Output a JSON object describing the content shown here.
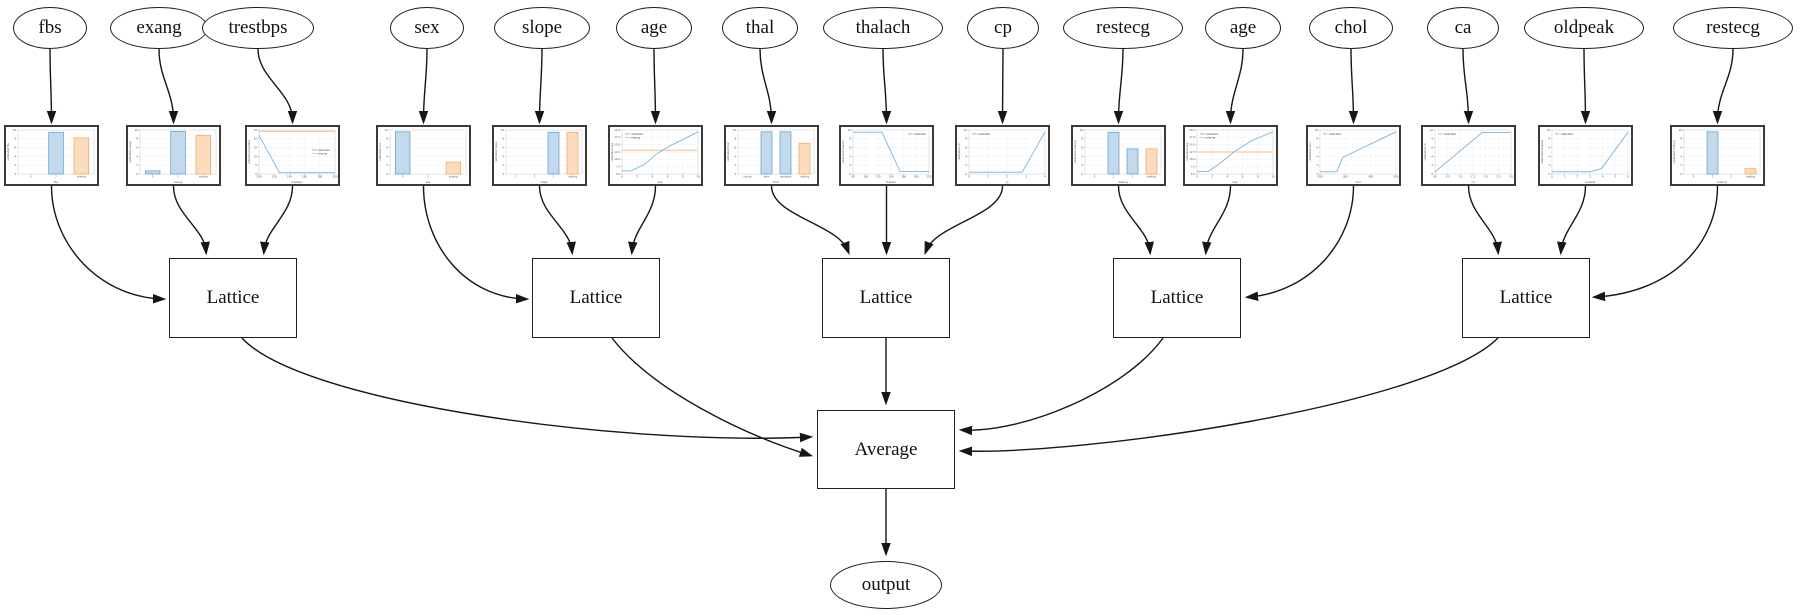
{
  "diagram": {
    "features": [
      {
        "label": "fbs"
      },
      {
        "label": "exang"
      },
      {
        "label": "trestbps"
      },
      {
        "label": "sex"
      },
      {
        "label": "slope"
      },
      {
        "label": "age"
      },
      {
        "label": "thal"
      },
      {
        "label": "thalach"
      },
      {
        "label": "cp"
      },
      {
        "label": "restecg"
      },
      {
        "label": "age"
      },
      {
        "label": "chol"
      },
      {
        "label": "ca"
      },
      {
        "label": "oldpeak"
      },
      {
        "label": "restecg"
      }
    ],
    "lattice_label": "Lattice",
    "lattice_count": 5,
    "average_label": "Average",
    "output_label": "output"
  },
  "colors": {
    "blue_line": "#7ab4dc",
    "blue_fill": "#c3d9ec",
    "blue_edge": "#5a9bd0",
    "orange_line": "#ffbe85",
    "orange_fill": "#fcdcbc",
    "orange_edge": "#f0a35c",
    "edge_color": "#161616"
  },
  "chart_data": [
    {
      "feature": "fbs",
      "type": "bar",
      "xlabel": "fbs",
      "ylabel": "calibrated fbs",
      "categories": [
        "0",
        "1",
        "missing"
      ],
      "values": [
        0,
        0.95,
        0.82
      ],
      "bar_colors": [
        "blue",
        "blue",
        "orange"
      ],
      "yticks": [
        "0",
        "2",
        "4",
        "6",
        "8",
        "10"
      ],
      "legend": [],
      "legend_pos": ""
    },
    {
      "feature": "exang",
      "type": "bar",
      "xlabel": "exang",
      "ylabel": "calibrated exang",
      "categories": [
        "0",
        "1",
        "missing"
      ],
      "values": [
        0.07,
        0.97,
        0.88
      ],
      "bar_colors": [
        "blue",
        "blue",
        "orange"
      ],
      "yticks": [
        "0",
        "2",
        "4",
        "6",
        "8",
        "10"
      ],
      "legend": [],
      "legend_pos": ""
    },
    {
      "feature": "trestbps",
      "type": "line",
      "xlabel": "trestbps",
      "ylabel": "calibrated trestbps",
      "points": [
        [
          0,
          0.88
        ],
        [
          0.27,
          0.03
        ],
        [
          1,
          0.03
        ]
      ],
      "missing_line": 0.97,
      "xticks": [
        "100",
        "120",
        "140",
        "160",
        "180",
        "200"
      ],
      "yticks": [
        "0",
        "5",
        "10",
        "15",
        "20",
        "25"
      ],
      "legend": [
        "calibrated",
        "missing"
      ],
      "legend_pos": "mr"
    },
    {
      "feature": "sex",
      "type": "bar",
      "xlabel": "sex",
      "ylabel": "calibrated sex",
      "categories": [
        "0",
        "1",
        "missing"
      ],
      "values": [
        0.96,
        0,
        0.27
      ],
      "bar_colors": [
        "blue",
        "blue",
        "orange"
      ],
      "yticks": [
        "0",
        "2",
        "4",
        "6",
        "8",
        "10"
      ],
      "legend": [],
      "legend_pos": ""
    },
    {
      "feature": "slope",
      "type": "bar",
      "xlabel": "slope",
      "ylabel": "calibrated slope",
      "categories": [
        "1",
        "2",
        "3",
        "missing"
      ],
      "values": [
        0,
        0,
        0.95,
        0.95
      ],
      "bar_colors": [
        "blue",
        "blue",
        "blue",
        "orange"
      ],
      "yticks": [
        "0",
        "2",
        "4",
        "6",
        "8",
        "10"
      ],
      "legend": [],
      "legend_pos": ""
    },
    {
      "feature": "age",
      "type": "line",
      "xlabel": "age",
      "ylabel": "calibrated age",
      "points": [
        [
          0,
          0.07
        ],
        [
          0.12,
          0.07
        ],
        [
          0.3,
          0.22
        ],
        [
          0.45,
          0.45
        ],
        [
          0.62,
          0.63
        ],
        [
          0.82,
          0.8
        ],
        [
          1,
          0.96
        ]
      ],
      "missing_line": 0.54,
      "xticks": [
        "0",
        "2",
        "4",
        "6",
        "8",
        "10"
      ],
      "yticks": [
        "5.0",
        "7.5",
        "10.0",
        "12.5",
        "15.0",
        "17.5",
        "20.0"
      ],
      "legend": [
        "calibrated",
        "missing"
      ],
      "legend_pos": "tl"
    },
    {
      "feature": "thal",
      "type": "bar",
      "xlabel": "thal",
      "ylabel": "calibrated thal",
      "categories": [
        "normal",
        "fixed",
        "reversible",
        "missing"
      ],
      "values": [
        0,
        0.96,
        0.96,
        0.7
      ],
      "bar_colors": [
        "blue",
        "blue",
        "blue",
        "orange"
      ],
      "yticks": [
        "0",
        "2",
        "4",
        "6",
        "8",
        "10"
      ],
      "legend": [],
      "legend_pos": ""
    },
    {
      "feature": "thalach",
      "type": "line",
      "xlabel": "thalach",
      "ylabel": "calibrated thalach",
      "points": [
        [
          0,
          0.95
        ],
        [
          0.38,
          0.95
        ],
        [
          0.62,
          0.06
        ],
        [
          1,
          0.06
        ]
      ],
      "missing_line": null,
      "xticks": [
        "80",
        "100",
        "120",
        "140",
        "160",
        "180",
        "200"
      ],
      "yticks": [
        "0",
        "2",
        "4",
        "6",
        "8",
        "10"
      ],
      "legend": [
        "calibrated"
      ],
      "legend_pos": "tr"
    },
    {
      "feature": "cp",
      "type": "line",
      "xlabel": "cp",
      "ylabel": "calibrated cp",
      "points": [
        [
          0,
          0.04
        ],
        [
          0.7,
          0.04
        ],
        [
          1,
          0.96
        ]
      ],
      "missing_line": null,
      "xticks": [
        "0",
        "1",
        "2",
        "3",
        "4"
      ],
      "yticks": [
        "0",
        "2",
        "4",
        "6",
        "8",
        "10"
      ],
      "legend": [
        "calibrated"
      ],
      "legend_pos": "tl"
    },
    {
      "feature": "restecg",
      "type": "bar",
      "xlabel": "restecg",
      "ylabel": "calibrated restecg",
      "categories": [
        "0",
        "1",
        "2",
        "missing"
      ],
      "values": [
        0,
        0.95,
        0.57,
        0.57
      ],
      "bar_colors": [
        "blue",
        "blue",
        "blue",
        "orange"
      ],
      "yticks": [
        "0",
        "2",
        "4",
        "6",
        "8",
        "10"
      ],
      "legend": [],
      "legend_pos": ""
    },
    {
      "feature": "age",
      "type": "line",
      "xlabel": "age",
      "ylabel": "calibrated age",
      "points": [
        [
          0,
          0.06
        ],
        [
          0.15,
          0.06
        ],
        [
          0.33,
          0.28
        ],
        [
          0.5,
          0.52
        ],
        [
          0.72,
          0.76
        ],
        [
          1,
          0.96
        ]
      ],
      "missing_line": 0.5,
      "xticks": [
        "0",
        "2",
        "4",
        "6",
        "8",
        "10"
      ],
      "yticks": [
        "5.0",
        "7.5",
        "10.0",
        "12.5",
        "15.0",
        "17.5",
        "20.0"
      ],
      "legend": [
        "calibrated",
        "missing"
      ],
      "legend_pos": "tl"
    },
    {
      "feature": "chol",
      "type": "line",
      "xlabel": "chol",
      "ylabel": "calibrated chol",
      "points": [
        [
          0,
          0.05
        ],
        [
          0.22,
          0.05
        ],
        [
          0.3,
          0.38
        ],
        [
          1,
          0.96
        ]
      ],
      "missing_line": null,
      "xticks": [
        "200",
        "300",
        "400",
        "500"
      ],
      "yticks": [
        "0",
        "2",
        "4",
        "6",
        "8",
        "10"
      ],
      "legend": [
        "calibrated"
      ],
      "legend_pos": "tl"
    },
    {
      "feature": "ca",
      "type": "line",
      "xlabel": "ca",
      "ylabel": "calibrated ca",
      "points": [
        [
          0,
          0.05
        ],
        [
          0.62,
          0.94
        ],
        [
          1,
          0.94
        ]
      ],
      "missing_line": null,
      "xticks": [
        "0.0",
        "0.5",
        "1.0",
        "1.5",
        "2.0",
        "2.5",
        "3.0"
      ],
      "yticks": [
        "0",
        "2",
        "4",
        "6",
        "8",
        "10"
      ],
      "legend": [
        "calibrated"
      ],
      "legend_pos": "tl"
    },
    {
      "feature": "oldpeak",
      "type": "line",
      "xlabel": "oldpeak",
      "ylabel": "calibrated oldpeak",
      "points": [
        [
          0,
          0.05
        ],
        [
          0.5,
          0.05
        ],
        [
          0.65,
          0.12
        ],
        [
          1,
          0.95
        ]
      ],
      "missing_line": null,
      "xticks": [
        "0",
        "1",
        "2",
        "3",
        "4",
        "5",
        "6"
      ],
      "yticks": [
        "0",
        "2",
        "4",
        "6",
        "8",
        "10"
      ],
      "legend": [
        "calibrated"
      ],
      "legend_pos": "tl"
    },
    {
      "feature": "restecg",
      "type": "bar",
      "xlabel": "restecg",
      "ylabel": "calibrated restecg",
      "categories": [
        "0",
        "1",
        "2",
        "missing"
      ],
      "values": [
        0,
        0.96,
        0,
        0.12
      ],
      "bar_colors": [
        "blue",
        "blue",
        "blue",
        "orange"
      ],
      "yticks": [
        "0",
        "2",
        "4",
        "6",
        "8",
        "10"
      ],
      "legend": [],
      "legend_pos": ""
    }
  ]
}
